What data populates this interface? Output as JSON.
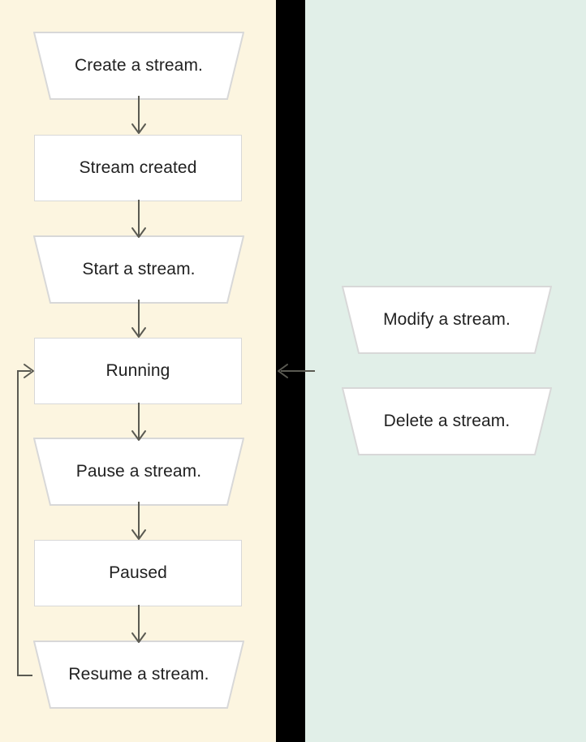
{
  "diagram": {
    "title": "Stream lifecycle state diagram",
    "type": "flowchart",
    "colors": {
      "left_panel_background": "#fcf5e0",
      "divider_background": "#000000",
      "right_panel_background": "#e1efe8",
      "node_fill": "#ffffff",
      "node_border": "#d8d8d8",
      "connector": "#5a5a52",
      "text": "#212121"
    }
  },
  "left_panel": {
    "name": "stream-lifecycle-column",
    "nodes": [
      {
        "id": "create-a-stream",
        "label": "Create a stream.",
        "shape": "trapezoid",
        "kind": "action"
      },
      {
        "id": "stream-created",
        "label": "Stream created",
        "shape": "rectangle",
        "kind": "state"
      },
      {
        "id": "start-a-stream",
        "label": "Start a stream.",
        "shape": "trapezoid",
        "kind": "action"
      },
      {
        "id": "running",
        "label": "Running",
        "shape": "rectangle",
        "kind": "state"
      },
      {
        "id": "pause-a-stream",
        "label": "Pause a stream.",
        "shape": "trapezoid",
        "kind": "action"
      },
      {
        "id": "paused",
        "label": "Paused",
        "shape": "rectangle",
        "kind": "state"
      },
      {
        "id": "resume-a-stream",
        "label": "Resume a stream.",
        "shape": "trapezoid",
        "kind": "action"
      }
    ],
    "edges": [
      {
        "from": "create-a-stream",
        "to": "stream-created",
        "style": "arrow-down"
      },
      {
        "from": "stream-created",
        "to": "start-a-stream",
        "style": "arrow-down"
      },
      {
        "from": "start-a-stream",
        "to": "running",
        "style": "arrow-down"
      },
      {
        "from": "running",
        "to": "pause-a-stream",
        "style": "arrow-down"
      },
      {
        "from": "pause-a-stream",
        "to": "paused",
        "style": "arrow-down"
      },
      {
        "from": "paused",
        "to": "resume-a-stream",
        "style": "arrow-down"
      },
      {
        "from": "resume-a-stream",
        "to": "running",
        "style": "loop-back-left"
      }
    ]
  },
  "right_panel": {
    "name": "stream-operations-column",
    "nodes": [
      {
        "id": "modify-a-stream",
        "label": "Modify a stream.",
        "shape": "trapezoid",
        "kind": "action"
      },
      {
        "id": "delete-a-stream",
        "label": "Delete a stream.",
        "shape": "trapezoid",
        "kind": "action"
      }
    ],
    "edges": [
      {
        "from": "right_panel",
        "to": "running",
        "style": "arrow-left"
      }
    ]
  }
}
